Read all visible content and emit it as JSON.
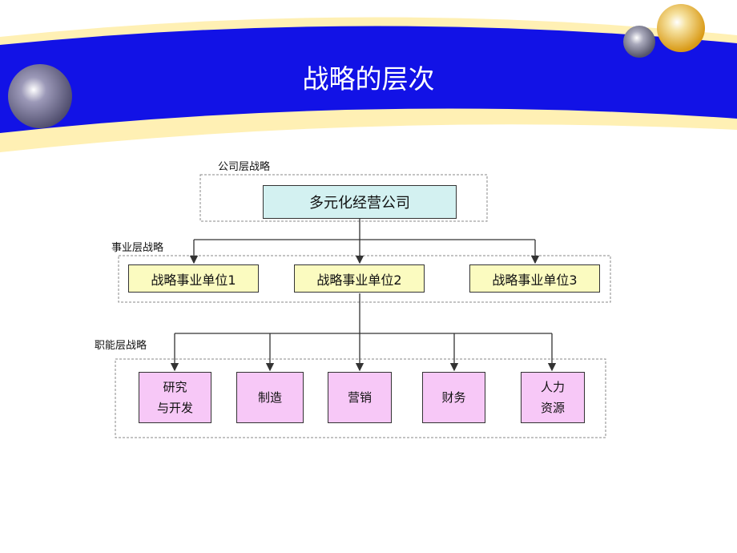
{
  "title": "战略的层次",
  "levels": {
    "corporate_label": "公司层战略",
    "business_label": "事业层战略",
    "functional_label": "职能层战略"
  },
  "corporate": {
    "name": "多元化经营公司"
  },
  "units": [
    {
      "name": "战略事业单位1"
    },
    {
      "name": "战略事业单位2"
    },
    {
      "name": "战略事业单位3"
    }
  ],
  "functions": [
    {
      "line1": "研究",
      "line2": "与开发"
    },
    {
      "line1": "制造",
      "line2": ""
    },
    {
      "line1": "营销",
      "line2": ""
    },
    {
      "line1": "财务",
      "line2": ""
    },
    {
      "line1": "人力",
      "line2": "资源"
    }
  ],
  "colors": {
    "banner": "#1212e6",
    "banner_trim": "#fff0b4",
    "corporate_box": "#d3f1f1",
    "unit_box": "#fbfbc0",
    "function_box": "#f7c8f7"
  }
}
